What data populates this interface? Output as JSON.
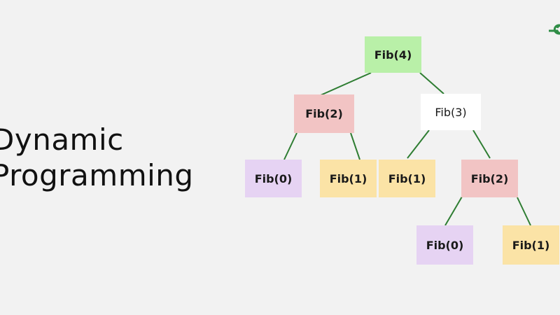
{
  "title": {
    "line1": "Dynamic",
    "line2": "Programming"
  },
  "colors": {
    "background": "#f2f2f2",
    "edge": "#2e7d32",
    "green_node": "#b9f0a8",
    "red_node": "#f2c4c4",
    "yellow_node": "#fbe3a6",
    "purple_node": "#e6d3f3",
    "white_node": "#ffffff",
    "logo": "#2f8d46"
  },
  "logo": {
    "icon": "gfg-logo-icon"
  },
  "tree": {
    "nodes": [
      {
        "id": "root",
        "label": "Fib(4)",
        "color": "green_node",
        "weight": "bold"
      },
      {
        "id": "l2",
        "label": "Fib(2)",
        "color": "red_node",
        "weight": "bold"
      },
      {
        "id": "r3",
        "label": "Fib(3)",
        "color": "white_node",
        "weight": "regular"
      },
      {
        "id": "l2a",
        "label": "Fib(0)",
        "color": "purple_node",
        "weight": "bold"
      },
      {
        "id": "l2b",
        "label": "Fib(1)",
        "color": "yellow_node",
        "weight": "bold"
      },
      {
        "id": "r3a",
        "label": "Fib(1)",
        "color": "yellow_node",
        "weight": "bold"
      },
      {
        "id": "r3b",
        "label": "Fib(2)",
        "color": "red_node",
        "weight": "bold"
      },
      {
        "id": "r3ba",
        "label": "Fib(0)",
        "color": "purple_node",
        "weight": "bold"
      },
      {
        "id": "r3bb",
        "label": "Fib(1)",
        "color": "yellow_node",
        "weight": "bold"
      }
    ],
    "edges": [
      [
        "root",
        "l2"
      ],
      [
        "root",
        "r3"
      ],
      [
        "l2",
        "l2a"
      ],
      [
        "l2",
        "l2b"
      ],
      [
        "r3",
        "r3a"
      ],
      [
        "r3",
        "r3b"
      ],
      [
        "r3b",
        "r3ba"
      ],
      [
        "r3b",
        "r3bb"
      ]
    ]
  }
}
